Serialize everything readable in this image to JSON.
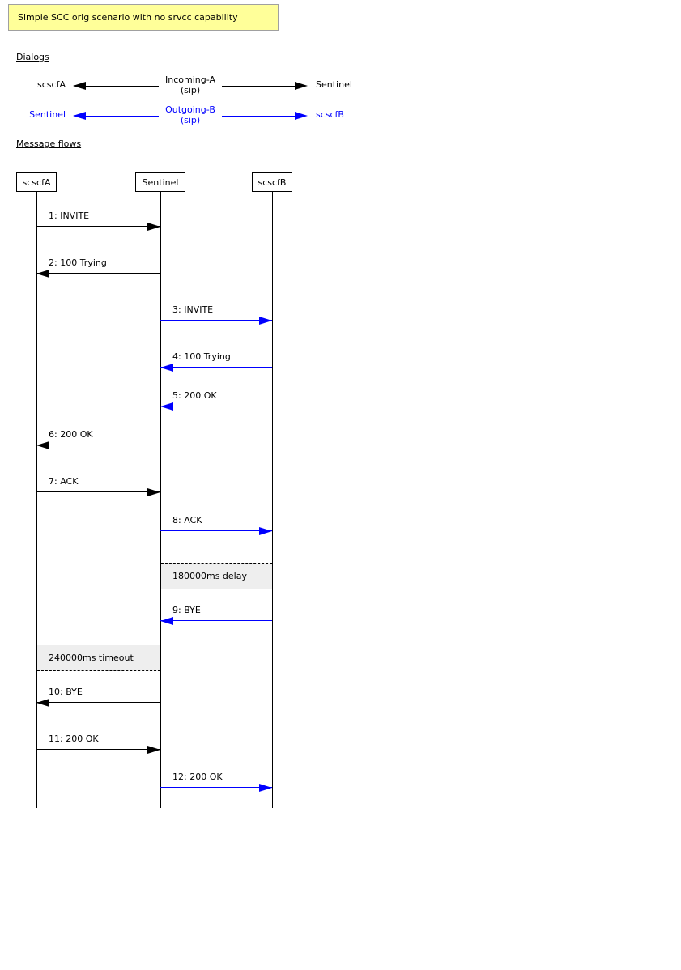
{
  "title": "Simple SCC orig scenario with no srvcc capability",
  "colors": {
    "black": "#000000",
    "blue": "#0000ff",
    "title_bg": "#ffff99",
    "title_border": "#a0a0a0",
    "note_bg": "#eeeeee"
  },
  "dialogs": {
    "heading": "Dialogs",
    "rows": [
      {
        "left_party": "scscfA",
        "label": "Incoming-A",
        "sublabel": "(sip)",
        "right_party": "Sentinel",
        "color": "black"
      },
      {
        "left_party": "Sentinel",
        "label": "Outgoing-B",
        "sublabel": "(sip)",
        "right_party": "scscfB",
        "color": "blue"
      }
    ]
  },
  "flows": {
    "heading": "Message flows",
    "lifelines": [
      {
        "label": "scscfA"
      },
      {
        "label": "Sentinel"
      },
      {
        "label": "scscfB"
      }
    ],
    "messages": [
      {
        "label": "1: INVITE",
        "from": "scscfA",
        "to": "Sentinel",
        "color": "black"
      },
      {
        "label": "2: 100 Trying",
        "from": "Sentinel",
        "to": "scscfA",
        "color": "black"
      },
      {
        "label": "3: INVITE",
        "from": "Sentinel",
        "to": "scscfB",
        "color": "blue"
      },
      {
        "label": "4: 100 Trying",
        "from": "scscfB",
        "to": "Sentinel",
        "color": "blue"
      },
      {
        "label": "5: 200 OK",
        "from": "scscfB",
        "to": "Sentinel",
        "color": "blue"
      },
      {
        "label": "6: 200 OK",
        "from": "Sentinel",
        "to": "scscfA",
        "color": "black"
      },
      {
        "label": "7: ACK",
        "from": "scscfA",
        "to": "Sentinel",
        "color": "black"
      },
      {
        "label": "8: ACK",
        "from": "Sentinel",
        "to": "scscfB",
        "color": "blue"
      },
      {
        "label": "9: BYE",
        "from": "scscfB",
        "to": "Sentinel",
        "color": "blue"
      },
      {
        "label": "10: BYE",
        "from": "Sentinel",
        "to": "scscfA",
        "color": "black"
      },
      {
        "label": "11: 200 OK",
        "from": "scscfA",
        "to": "Sentinel",
        "color": "black"
      },
      {
        "label": "12: 200 OK",
        "from": "Sentinel",
        "to": "scscfB",
        "color": "blue"
      }
    ],
    "notes": [
      {
        "label": "180000ms delay",
        "between": [
          "Sentinel",
          "scscfB"
        ]
      },
      {
        "label": "240000ms timeout",
        "between": [
          "scscfA",
          "Sentinel"
        ]
      }
    ]
  }
}
